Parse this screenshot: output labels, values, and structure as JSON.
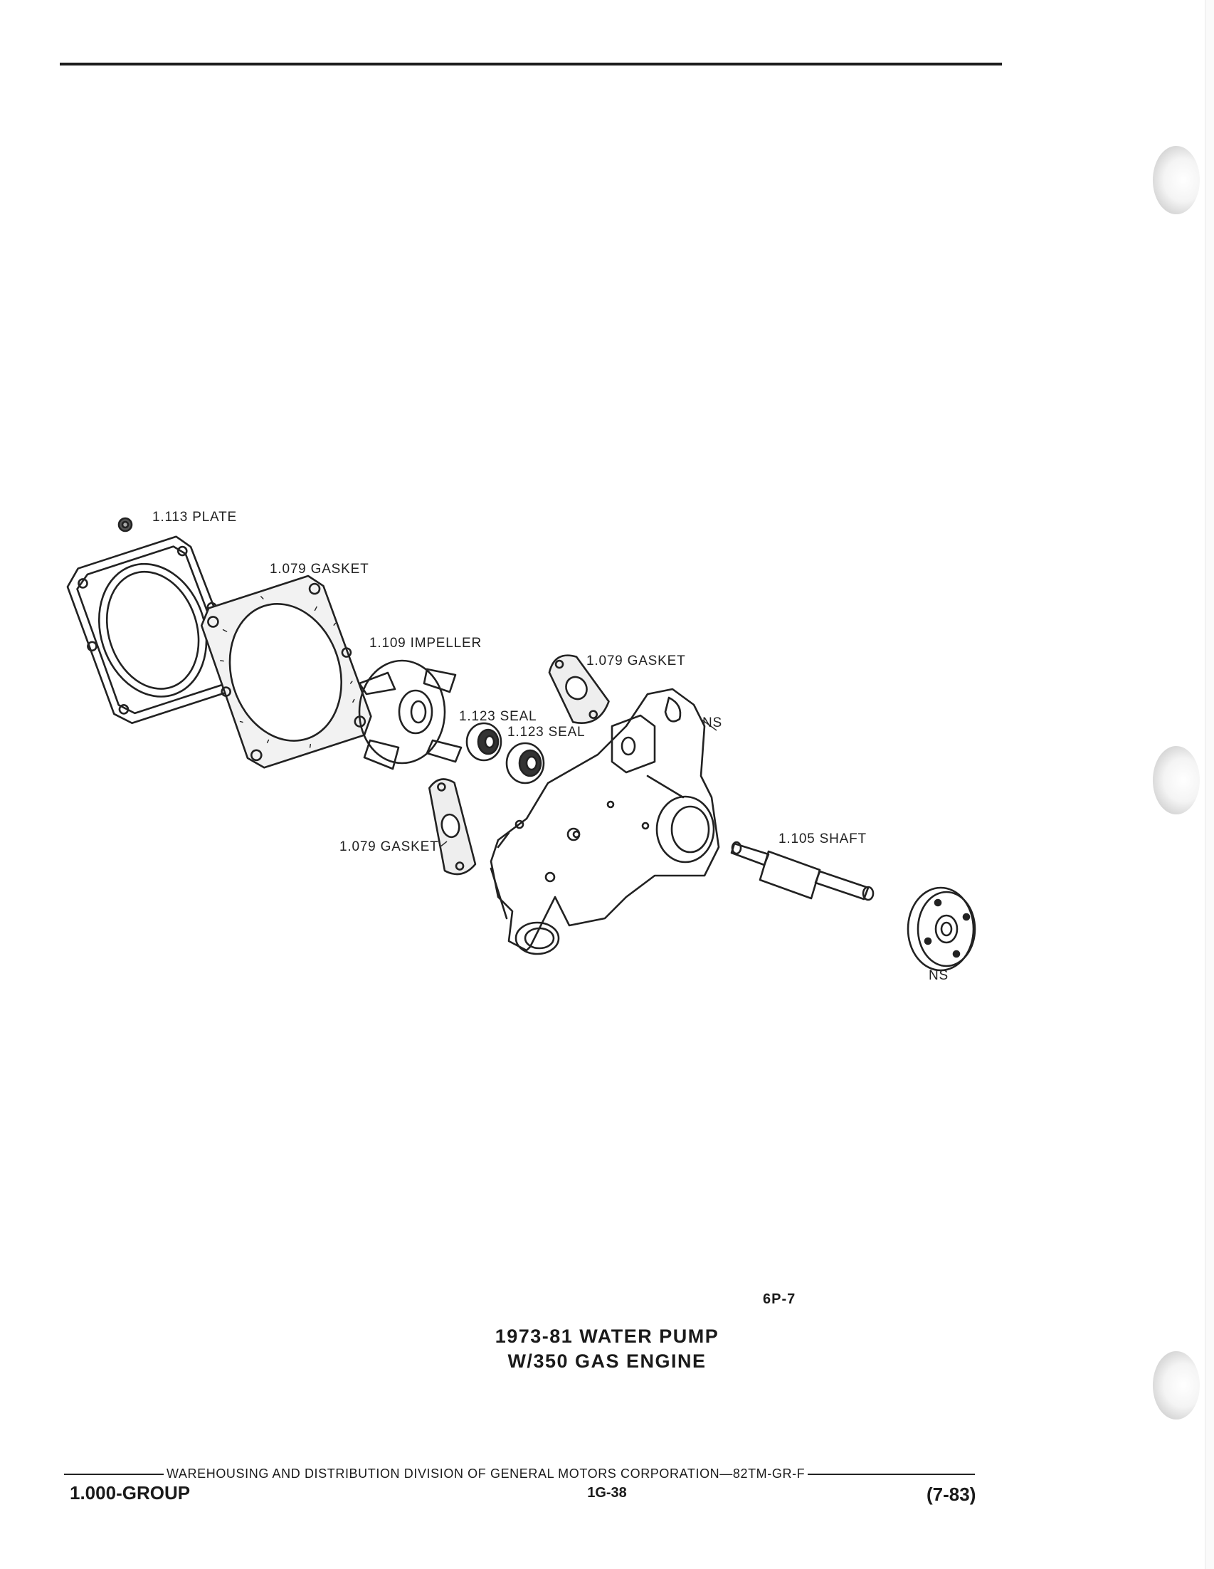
{
  "callouts": {
    "plate": "1.113 PLATE",
    "gasket_main": "1.079 GASKET",
    "impeller": "1.109 IMPELLER",
    "gasket_upper": "1.079 GASKET",
    "seal_a": "1.123 SEAL",
    "seal_b": "1.123 SEAL",
    "ns_housing": "NS",
    "gasket_lower": "1.079 GASKET",
    "shaft": "1.105 SHAFT",
    "ns_hub": "NS"
  },
  "figure_ref": "6P-7",
  "title": {
    "line1": "1973-81 WATER PUMP",
    "line2": "W/350 GAS ENGINE"
  },
  "footer": {
    "division": "WAREHOUSING AND DISTRIBUTION  DIVISION OF GENERAL MOTORS CORPORATION—82TM-GR-F",
    "group": "1.000-GROUP",
    "page": "1G-38",
    "revision": "(7-83)"
  }
}
